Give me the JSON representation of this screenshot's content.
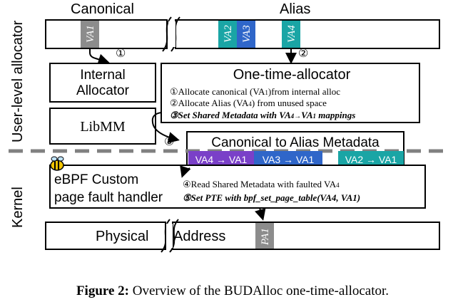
{
  "side_labels": {
    "user": "User-level allocator",
    "kernel": "Kernel"
  },
  "top_bar": {
    "canonical_label": "Canonical",
    "alias_label": "Alias",
    "va1": "VA1",
    "va2": "VA2",
    "va3": "VA3",
    "va4": "VA4"
  },
  "steps": {
    "s1": "①",
    "s2": "②",
    "s3": "③"
  },
  "internal_allocator": {
    "line1": "Internal",
    "line2": "Allocator"
  },
  "libmm": "LibMM",
  "one_time": {
    "title": "One-time-allocator",
    "line1_pre": "①Allocate canonical (VA",
    "line1_sub": "1",
    "line1_post": ")from internal alloc",
    "line2_pre": "②Allocate Alias (VA",
    "line2_sub": "4",
    "line2_post": ") from unused space",
    "line3_pre": "③Set Shared Metadata with VA",
    "line3_sub1": "4",
    "line3_arrow": "→",
    "line3_mid": "VA",
    "line3_sub2": "1",
    "line3_post": " mappings"
  },
  "metadata": {
    "title": "Canonical to Alias Metadata",
    "m1": "VA4 → VA1",
    "m2": "VA3 → VA1",
    "m3": "VA2 → VA1"
  },
  "ebpf": {
    "line1": "eBPF Custom",
    "line2": "page fault handler",
    "step4_pre": "④Read Shared Metadata with faulted VA",
    "step4_sub": "4",
    "step5": "⑤Set PTE with bpf_set_page_table(VA4, VA1)"
  },
  "physical": {
    "left": "Physical",
    "right": "Address",
    "pa1": "PA1"
  },
  "caption": {
    "bold": "Figure 2:",
    "rest": " Overview of the BUDAlloc one-time-allocator."
  },
  "colors": {
    "gray_slot": "#8c8c8c",
    "teal": "#1aa5a5",
    "blue": "#2f66c9",
    "purple": "#7a40c8",
    "bee": "#f2c400"
  }
}
